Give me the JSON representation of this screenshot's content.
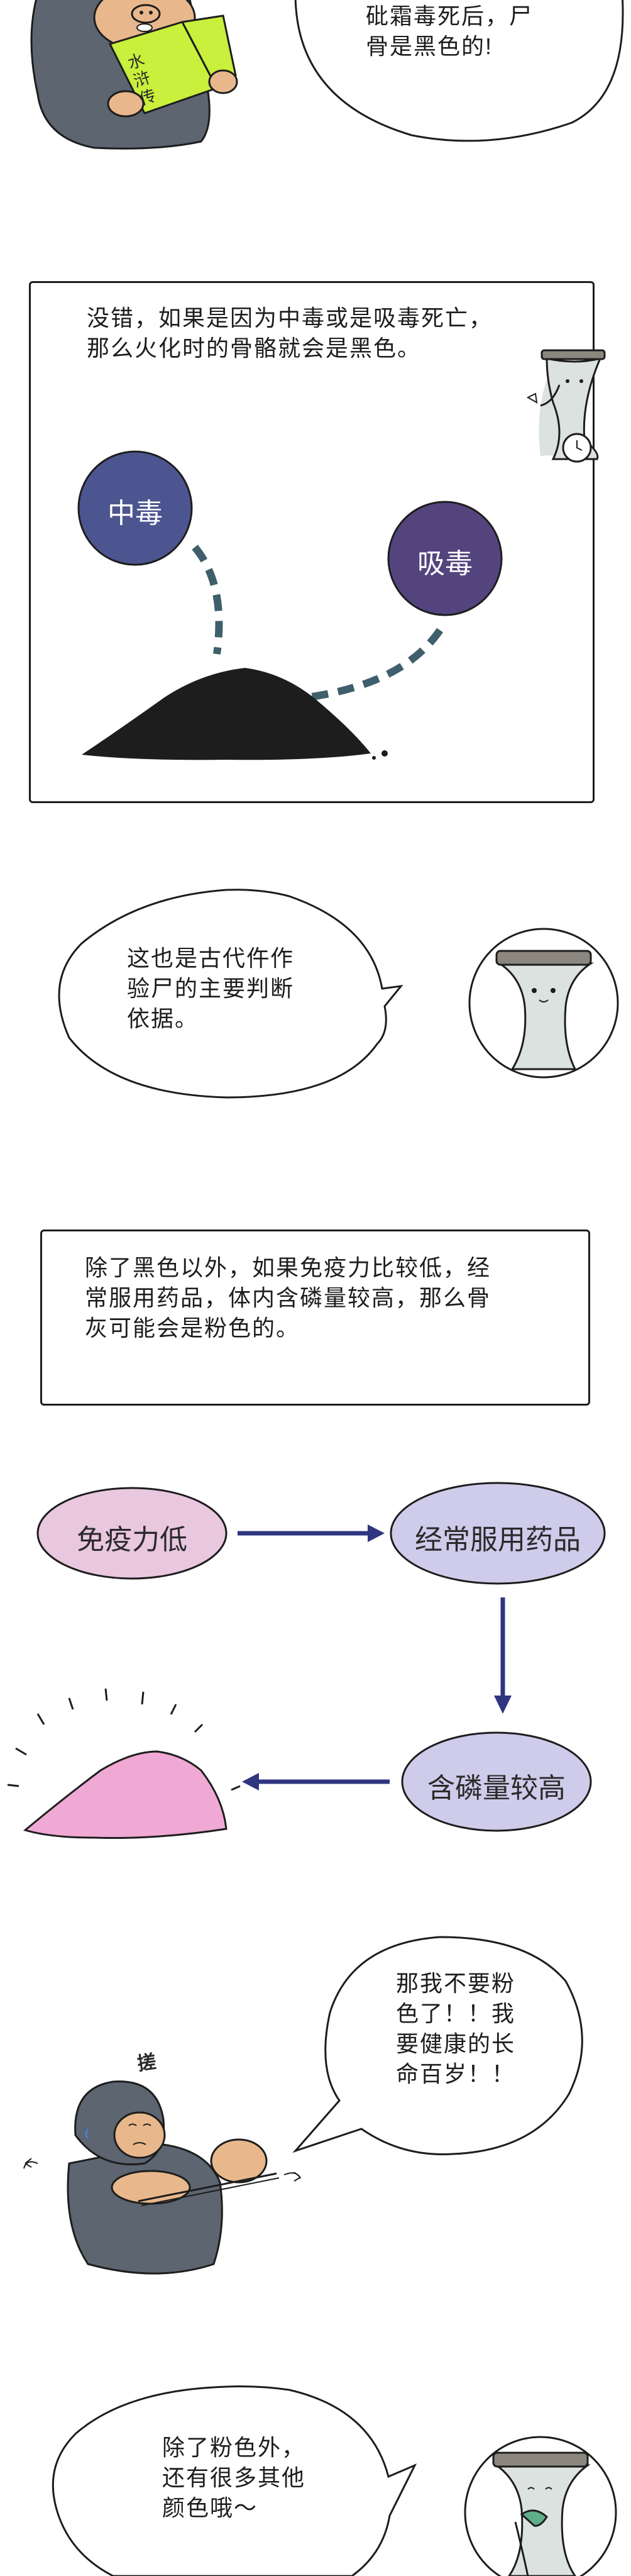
{
  "panel1": {
    "speech": [
      "砒霜毒死后，尸",
      "骨是黑色的!"
    ],
    "book_title": "水浒传"
  },
  "panel2": {
    "caption": [
      "没错，如果是因为中毒或是吸毒死亡，",
      "那么火化时的骨骼就会是黑色。"
    ],
    "circle_left": "中毒",
    "circle_right": "吸毒"
  },
  "panel3": {
    "speech": [
      "这也是古代仵作",
      "验尸的主要判断",
      "依据。"
    ]
  },
  "panel4": {
    "caption": [
      "除了黑色以外，如果免疫力比较低，经",
      "常服用药品，体内含磷量较高，那么骨",
      "灰可能会是粉色的。"
    ]
  },
  "panel5": {
    "oval_1": "免疫力低",
    "oval_2": "经常服用药品",
    "oval_3": "含磷量较高"
  },
  "panel6": {
    "speech": [
      "那我不要粉",
      "色了！！我",
      "要健康的长",
      "命百岁！！"
    ],
    "sfx": "搓  "
  },
  "panel7": {
    "speech": [
      "除了粉色外，",
      "还有很多其他",
      "颜色哦～"
    ]
  },
  "colors": {
    "ink": "#1d1d1d",
    "gray_character": "#5c6570",
    "book_green": "#c8f03c",
    "circle_blue": "#4d5590",
    "circle_purple": "#54447e",
    "dash_teal": "#3e5f6b",
    "oval_pink": "#e9c7df",
    "oval_lilac": "#cfcbea",
    "arrow_navy": "#2f3580",
    "ash_pink": "#f0a8d4",
    "ghost_body": "#dbe2df",
    "ghost_hat": "#8b877f"
  }
}
